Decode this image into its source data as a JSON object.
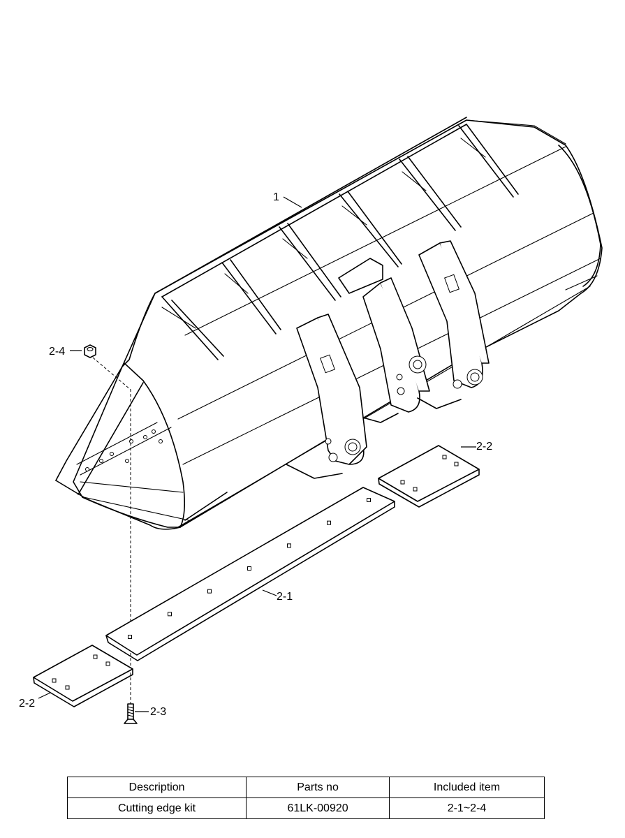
{
  "callouts": {
    "bucket": "1",
    "cutting_edge": "2-1",
    "end_bit_right": "2-2",
    "end_bit_left": "2-2",
    "bolt": "2-3",
    "nut": "2-4"
  },
  "table": {
    "headers": [
      "Description",
      "Parts no",
      "Included item"
    ],
    "rows": [
      [
        "Cutting edge kit",
        "61LK-00920",
        "2-1~2-4"
      ]
    ]
  }
}
